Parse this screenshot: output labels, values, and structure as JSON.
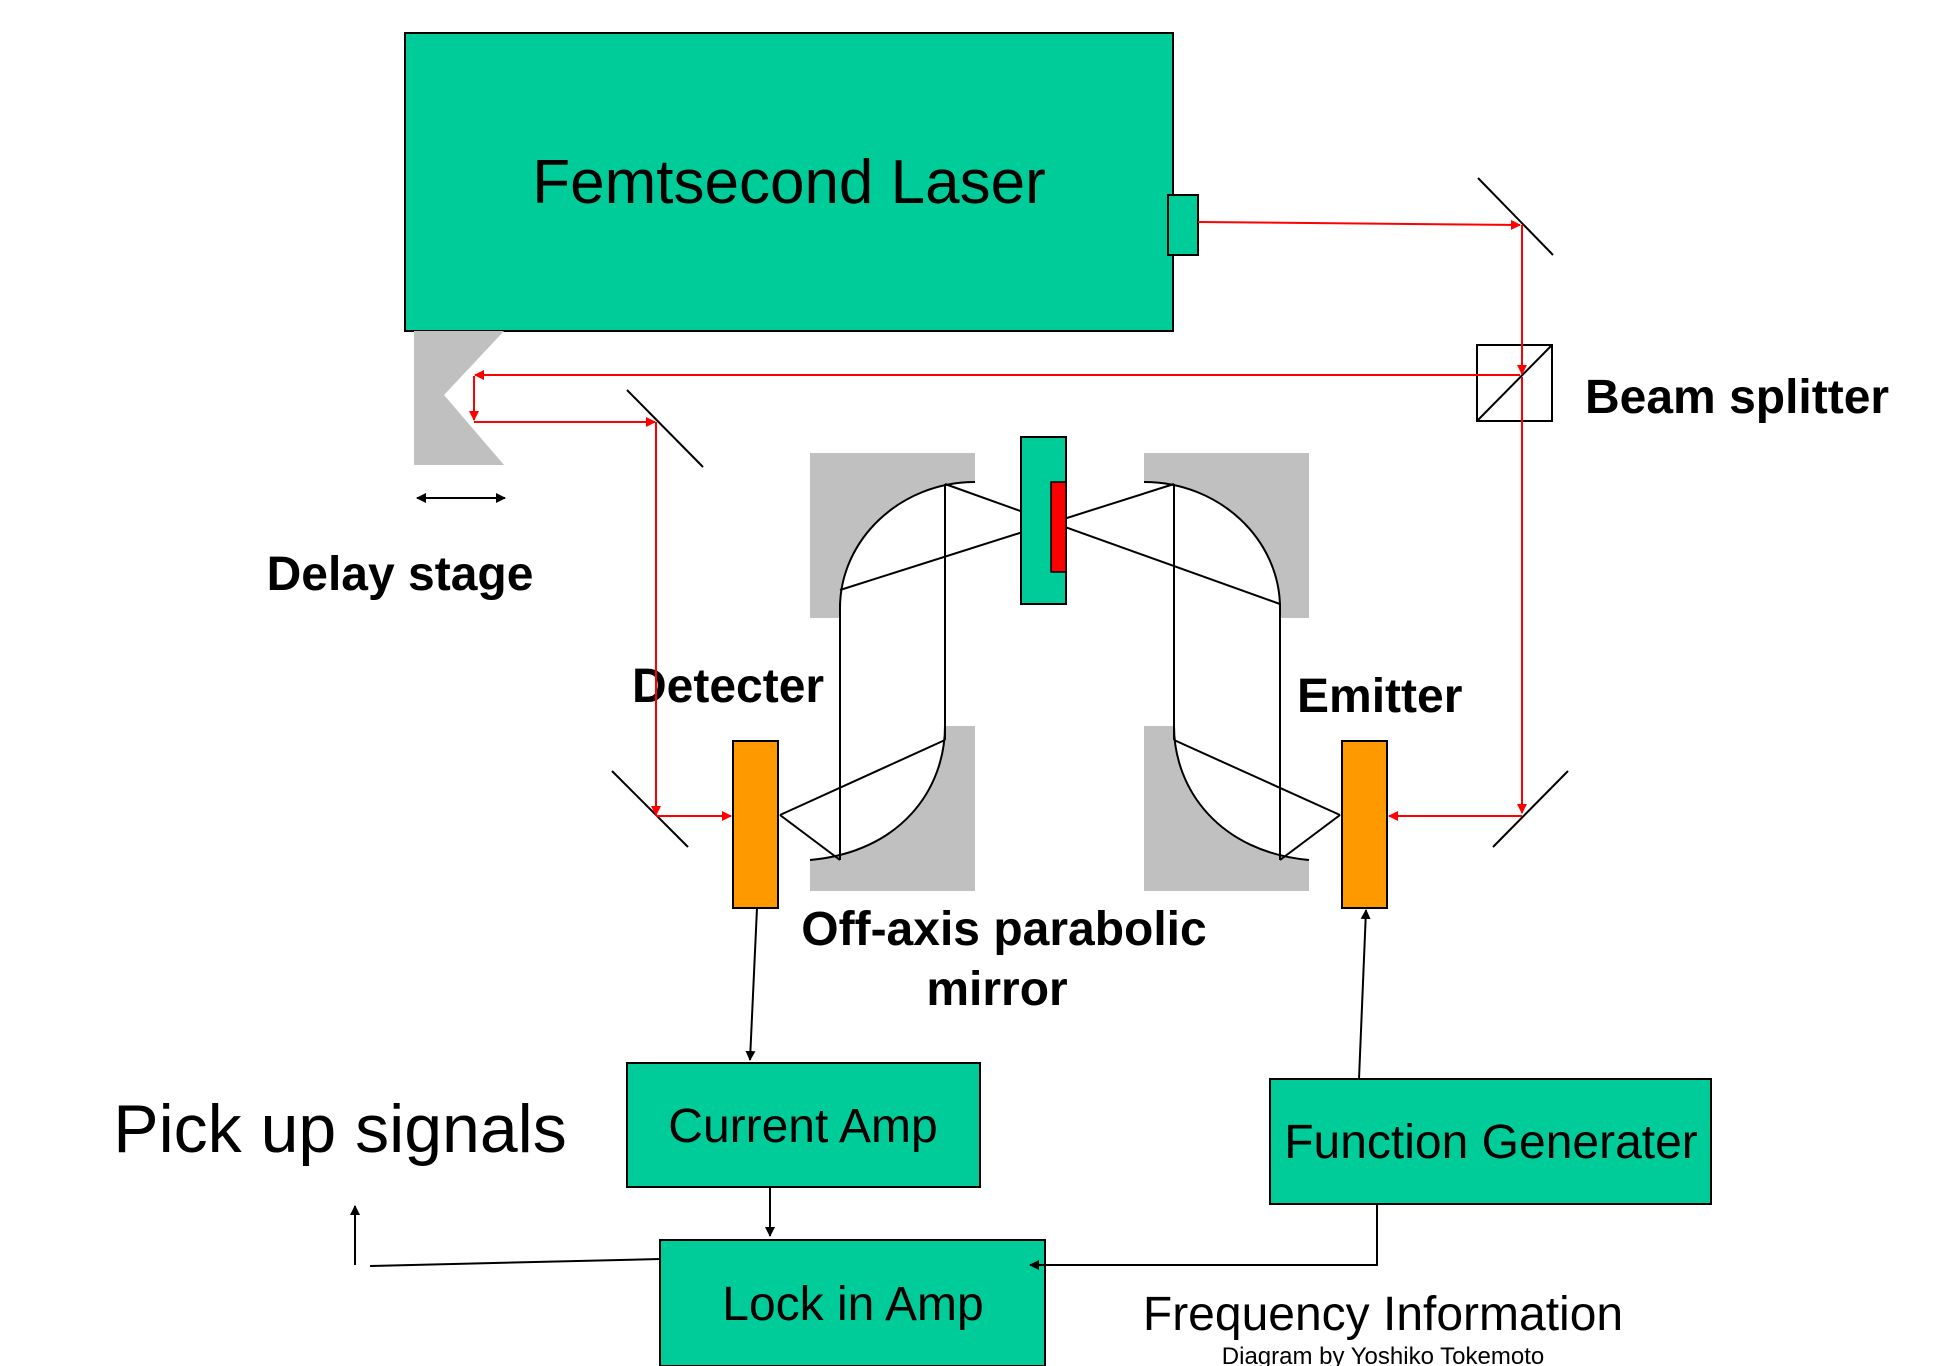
{
  "labels": {
    "laser": "Femtsecond Laser",
    "beam_splitter": "Beam splitter",
    "delay_stage": "Delay stage",
    "detecter": "Detecter",
    "emitter": "Emitter",
    "mirror_line1": "Off-axis parabolic",
    "mirror_line2": "mirror",
    "current_amp": "Current Amp",
    "function_generater": "Function Generater",
    "lock_in_amp": "Lock in Amp",
    "pick_up_signals": "Pick up signals",
    "frequency_information": "Frequency Information",
    "credit": "Diagram by Yoshiko Tokemoto"
  },
  "colors": {
    "box_fill": "#00cc99",
    "antenna_fill": "#ff9900",
    "sample_fill": "#ff0000",
    "mount_fill": "#c0c0c0",
    "beam": "#ff0000",
    "wire": "#000000"
  }
}
